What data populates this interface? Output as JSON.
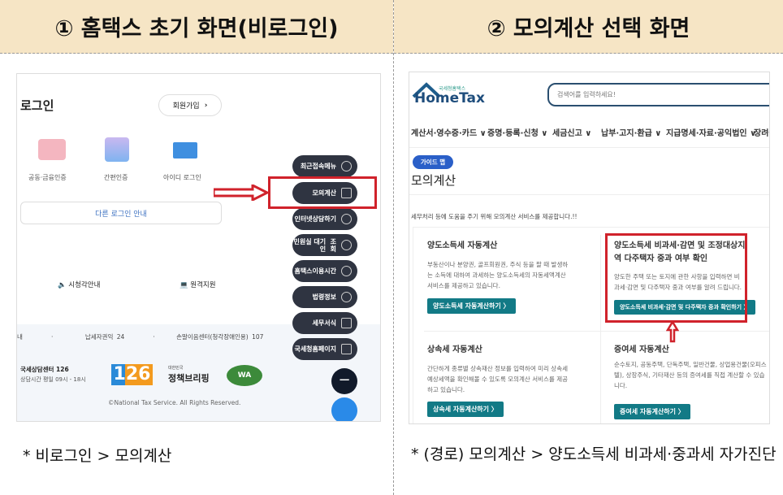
{
  "left": {
    "title": "① 홈택스 초기 화면(비로그인)",
    "note": "* 비로그인  >  모의계산",
    "login_title": "로그인",
    "signup": "회원가입",
    "methods": [
      "공동·금융인증",
      "간편인증",
      "아이디 로그인"
    ],
    "other_login": "다른 로그인 안내",
    "accessibility": "시청각안내",
    "remote": "원격지원",
    "links": [
      "내",
      "·",
      "납세자권익 24",
      "·",
      "손말이음센터(청각장애인용) 107"
    ],
    "center_name": "국세상담센터 126",
    "center_hours": "상담시간 평일 09시 - 18시",
    "logo_126": "126",
    "logo_policy_small": "대한민국",
    "logo_policy": "정책브리핑",
    "logo_wa": "WA",
    "copyright": "©National Tax Service. All Rights Reserved.",
    "side_menu": [
      [
        "최근",
        "접속메뉴"
      ],
      [
        "모의계산",
        ""
      ],
      [
        "인터넷",
        "상담하기"
      ],
      [
        "민원실 대기인",
        "조회"
      ],
      [
        "홈택스",
        "이용시간"
      ],
      [
        "법령정보",
        ""
      ],
      [
        "세무서식",
        ""
      ],
      [
        "국세청",
        "홈페이지"
      ]
    ]
  },
  "right": {
    "title": "② 모의계산 선택 화면",
    "note": "* (경로) 모의계산 > 양도소득세  비과세·중과세 자가진단",
    "logo_small": "국세청홈택스",
    "logo": "HomeTax",
    "search_placeholder": "검색어를 입력하세요!",
    "nav": [
      "계산서·영수증·카드 ∨",
      "증명·등록·신청 ∨",
      "세금신고 ∨",
      "납부·고지·환급 ∨",
      "지급명세·자료·공익법인 ∨",
      "장려금"
    ],
    "guide_badge": "가이드 맵",
    "page_title": "모의계산",
    "intro": "세무처리 등에 도움을 주기 위해 모의계산 서비스를 제공합니다.!!",
    "cards": [
      {
        "title": "양도소득세 자동계산",
        "desc": "부동산이나 분양권, 골프회원권, 주식 등을 팔 때 발생하는 소득에 대하여 과세하는 양도소득세의 자동세액계산 서비스를 제공하고 있습니다.",
        "button": "양도소득세 자동계산하기 〉"
      },
      {
        "title": "양도소득세 비과세·감면 및 조정대상지역 다주택자 중과 여부 확인",
        "desc": "양도한 주택 또는 토지에 관한 사항을 입력하면 비과세·감면 및 다주택자 중과 여부를 알려 드립니다.",
        "button": "양도소득세 비과세·감면 및 다주택자 중과 확인하기 〉"
      },
      {
        "title": "상속세 자동계산",
        "desc": "간단하게 종류별 상속재산 정보를 입력하여 미리 상속세 예상세액을 확인해볼 수 있도록 모의계산 서비스를 제공하고 있습니다.",
        "button": "상속세 자동계산하기 〉"
      },
      {
        "title": "증여세 자동계산",
        "desc": "순수토지, 공동주택, 단독주택, 일반건물, 상업용건물(오피스텔), 상장주식, 기타재산 등의 증여세를 직접 계산할 수 있습니다.",
        "button": "증여세 자동계산하기 〉"
      }
    ]
  }
}
